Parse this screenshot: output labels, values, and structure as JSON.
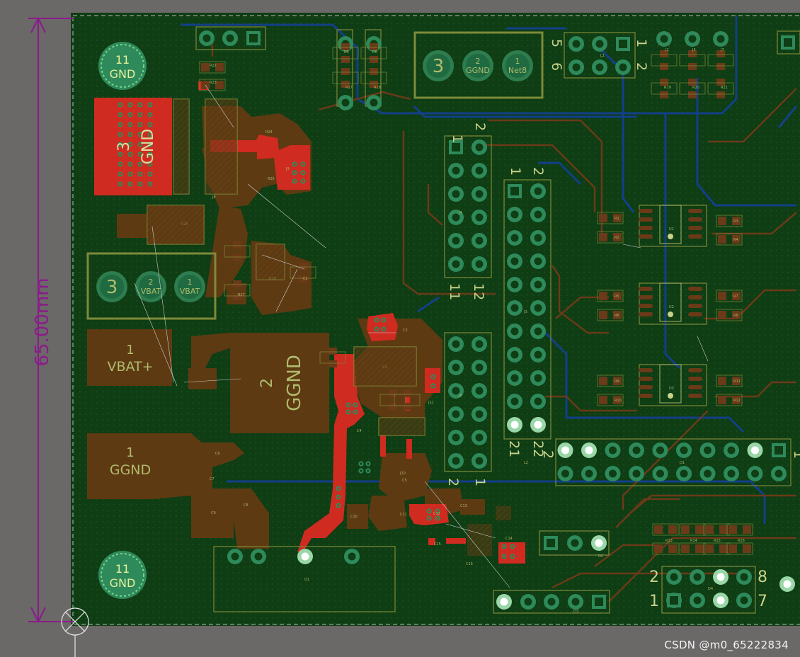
{
  "dimension": {
    "text": "65.00mm"
  },
  "mounting_holes": [
    {
      "num": "11",
      "net": "GND"
    },
    {
      "num": "11",
      "net": "GND"
    }
  ],
  "big_pads": {
    "gnd3": {
      "num": "3",
      "net": "GND"
    },
    "vbat_plus": {
      "num": "1",
      "net": "VBAT+"
    },
    "ggnd2": {
      "num": "2",
      "net": "GGND"
    },
    "ggnd1": {
      "num": "1",
      "net": "GGND"
    }
  },
  "terminal_blocks": {
    "power": {
      "pins": [
        {
          "num": "3",
          "net": ""
        },
        {
          "num": "2",
          "net": "VBAT"
        },
        {
          "num": "1",
          "net": "VBAT"
        }
      ]
    },
    "top": {
      "pins": [
        {
          "num": "3",
          "net": ""
        },
        {
          "num": "2",
          "net": "GGND"
        },
        {
          "num": "1",
          "net": "Net8"
        }
      ]
    }
  },
  "header_labels": {
    "j4_top_left": "1",
    "j4_top_right": "2",
    "j4_bottom_left": "11",
    "j4_bottom_right": "12",
    "j3_top_left": "1",
    "j3_top_right": "2",
    "j3_bottom_left": "21",
    "j3_bottom_right": "22",
    "j6_left": "5",
    "j6_left2": "6",
    "j6_right": "1",
    "j6_right2": "2",
    "j7_bottom_left": "2",
    "j7_bottom_right": "1",
    "j10_left": "2",
    "j10_right": "1",
    "j1_top_left": "2",
    "j1_bottom_left": "1",
    "j1_top_right": "8",
    "j1_bottom_right": "7"
  },
  "refdes": [
    "J4",
    "J3",
    "J6",
    "U1",
    "U2",
    "U3",
    "R1",
    "R2",
    "R3",
    "R4",
    "R5",
    "R6",
    "R7",
    "R8",
    "R9",
    "R10",
    "R11",
    "R12",
    "R13",
    "R14",
    "R15",
    "R16",
    "R17",
    "R18",
    "R19",
    "R20",
    "R21",
    "R22",
    "R23",
    "R24",
    "R25",
    "R26",
    "R27",
    "R28",
    "C1",
    "C2",
    "C3",
    "C4",
    "C5",
    "C6",
    "C7",
    "C8",
    "C9",
    "C10",
    "C11",
    "C12",
    "C13",
    "C14",
    "C15",
    "C16",
    "Q1",
    "L1",
    "L2",
    "D1",
    "D2",
    "D3",
    "D4",
    "D5",
    "D6",
    "J2",
    "J5",
    "J7",
    "J8",
    "J9",
    "J10",
    "J11"
  ],
  "watermark": "CSDN @m0_65222834",
  "colors": {
    "background": "#6b6868",
    "board": "#0f3d14",
    "copper_bottom": "#5e3a12",
    "copper_top": "#cf2b20",
    "silkscreen": "#c9d28a",
    "pad_ring": "#2e8a5a",
    "dimension": "#8b1a8b",
    "trace_blue": "#12408a",
    "trace_brown": "#6b3a18"
  }
}
